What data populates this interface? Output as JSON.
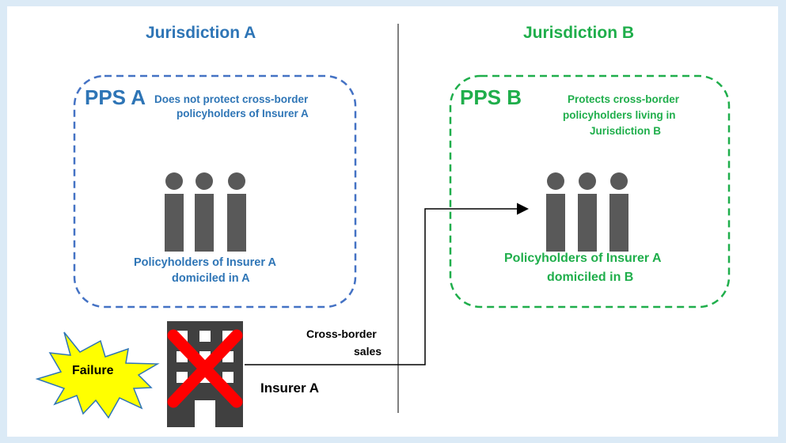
{
  "jurisdiction_a": {
    "heading": "Jurisdiction A",
    "pps_label": "PPS A",
    "pps_note": [
      "Does not protect cross-border",
      "policyholders of Insurer A"
    ],
    "policyholders_label": [
      "Policyholders of Insurer A",
      "domiciled in A"
    ]
  },
  "jurisdiction_b": {
    "heading": "Jurisdiction B",
    "pps_label": "PPS B",
    "pps_note": [
      "Protects cross-border",
      "policyholders living in",
      "Jurisdiction B"
    ],
    "policyholders_label": [
      "Policyholders of Insurer A",
      "domiciled in B"
    ]
  },
  "failure_label": "Failure",
  "insurer_label": "Insurer A",
  "flow_label": [
    "Cross-border",
    "sales"
  ],
  "colors": {
    "blue": "#2e75b6",
    "green": "#1fae4b",
    "person": "#595959",
    "building": "#404040",
    "cross": "#ff0000",
    "burst": "#ffff00"
  },
  "icons": {
    "people": "person-group-icon",
    "building": "office-building-icon",
    "cross": "red-cross-icon",
    "burst": "explosion-burst-icon"
  }
}
